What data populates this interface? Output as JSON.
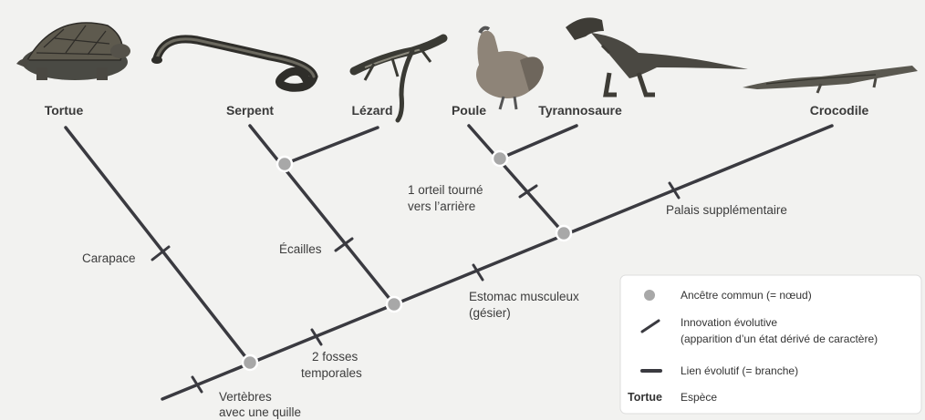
{
  "species": {
    "tortue": "Tortue",
    "serpent": "Serpent",
    "lezard": "Lézard",
    "poule": "Poule",
    "tyrannosaure": "Tyrannosaure",
    "crocodile": "Crocodile"
  },
  "innovations": {
    "vertebres": [
      "Vertèbres",
      "avec une quille"
    ],
    "fosses": [
      "2 fosses",
      "temporales"
    ],
    "carapace": "Carapace",
    "ecailles": "Écailles",
    "estomac": [
      "Estomac musculeux",
      "(gésier)"
    ],
    "orteil": [
      "1 orteil tourné",
      "vers l’arrière"
    ],
    "palais": "Palais supplémentaire"
  },
  "legend": {
    "node": "Ancêtre commun (= nœud)",
    "innovation": [
      "Innovation évolutive",
      "(apparition d’un état dérivé de caractère)"
    ],
    "branch": "Lien évolutif (= branche)",
    "species_example": "Tortue",
    "species_label": "Espèce"
  },
  "colors": {
    "branch": "#3a3a40",
    "node_fill": "#a8a8a8",
    "node_stroke": "#ffffff",
    "background": "#f2f2f0",
    "legend_bg": "#ffffff"
  },
  "icons": [
    "turtle-icon",
    "snake-icon",
    "lizard-icon",
    "hen-icon",
    "tyrannosaurus-icon",
    "crocodile-icon"
  ]
}
